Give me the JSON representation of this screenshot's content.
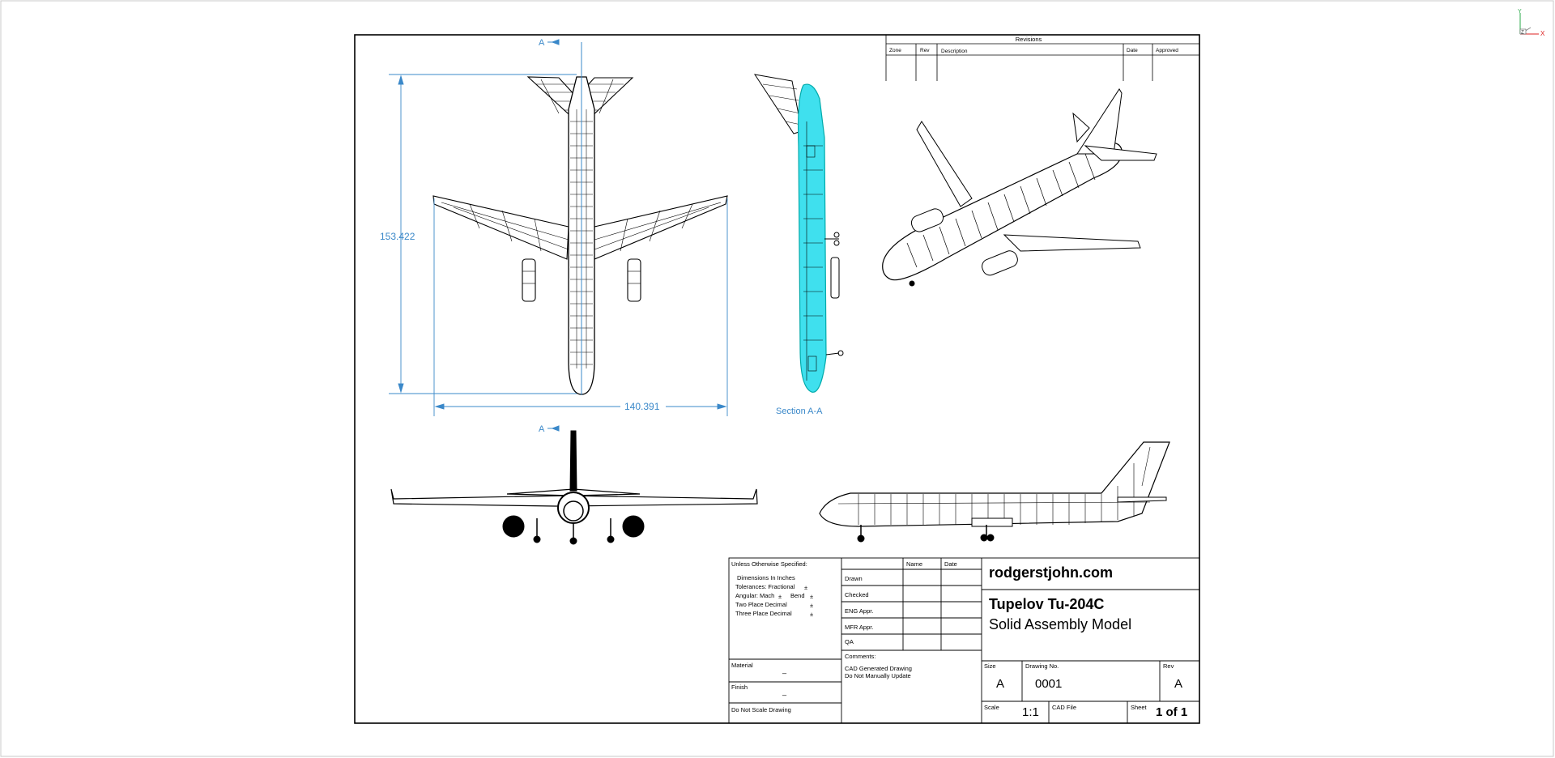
{
  "triad": {
    "x_label": "X",
    "y_label": "Y",
    "z_label": "Z"
  },
  "revisions": {
    "title": "Revisions",
    "col_zone": "Zone",
    "col_rev": "Rev",
    "col_description": "Description",
    "col_date": "Date",
    "col_approved": "Approved"
  },
  "views": {
    "section_marker_top": "A",
    "section_marker_bottom": "A",
    "section_label": "Section A-A",
    "dim_height": "153.422",
    "dim_width": "140.391"
  },
  "title_block": {
    "unless_title": "Unless Otherwise Specified:",
    "dimensions": "Dimensions In Inches",
    "tol_fractional": "Tolerances: Fractional",
    "tol_angular": "Angular: Mach",
    "tol_bend": "Bend",
    "two_place": "Two Place Decimal",
    "three_place": "Three Place Decimal",
    "pm": "±",
    "material_label": "Material",
    "material_value": "_",
    "finish_label": "Finish",
    "finish_value": "_",
    "no_scale": "Do Not Scale Drawing",
    "col_name": "Name",
    "col_date": "Date",
    "row_drawn": "Drawn",
    "row_checked": "Checked",
    "row_eng": "ENG Appr.",
    "row_mfr": "MFR Appr.",
    "row_qa": "QA",
    "comments_label": "Comments:",
    "comment_line1": "CAD Generated Drawing",
    "comment_line2": "Do Not Manually Update",
    "company": "rodgerstjohn.com",
    "title_line1": "Tupelov Tu-204C",
    "title_line2": "Solid Assembly Model",
    "size_label": "Size",
    "size_value": "A",
    "drawing_no_label": "Drawing  No.",
    "drawing_no_value": "0001",
    "rev_label": "Rev",
    "rev_value": "A",
    "scale_label": "Scale",
    "scale_value": "1:1",
    "cad_file_label": "CAD File",
    "sheet_label": "Sheet",
    "sheet_value": "1 of 1"
  },
  "colors": {
    "dimension": "#3a88c9",
    "section_fill": "#3fe0ee",
    "line": "#000000"
  }
}
